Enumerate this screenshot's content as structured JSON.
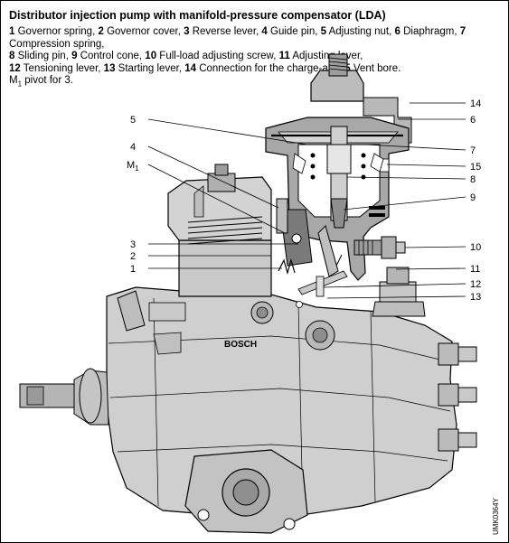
{
  "caption": {
    "title": "Distributor injection pump with manifold-pressure compensator (LDA)",
    "legend": [
      {
        "num": "1",
        "text": "Governor spring"
      },
      {
        "num": "2",
        "text": "Governor cover"
      },
      {
        "num": "3",
        "text": "Reverse lever"
      },
      {
        "num": "4",
        "text": "Guide pin"
      },
      {
        "num": "5",
        "text": "Adjusting nut"
      },
      {
        "num": "6",
        "text": "Diaphragm"
      },
      {
        "num": "7",
        "text": "Compression spring"
      },
      {
        "num": "8",
        "text": "Sliding pin"
      },
      {
        "num": "9",
        "text": "Control cone"
      },
      {
        "num": "10",
        "text": "Full-load adjusting screw"
      },
      {
        "num": "11",
        "text": "Adjusting lever"
      },
      {
        "num": "12",
        "text": "Tensioning lever"
      },
      {
        "num": "13",
        "text": "Starting lever"
      },
      {
        "num": "14",
        "text": "Connection for the charge-air"
      },
      {
        "num": "15",
        "text": "Vent bore"
      }
    ],
    "pivot_note_prefix": "M",
    "pivot_note_sub": "1",
    "pivot_note_suffix": " pivot for 3."
  },
  "callouts": {
    "n1": "1",
    "n2": "2",
    "n3": "3",
    "n4": "4",
    "n5": "5",
    "n6": "6",
    "n7": "7",
    "n8": "8",
    "n9": "9",
    "n10": "10",
    "n11": "11",
    "n12": "12",
    "n13": "13",
    "n14": "14",
    "n15": "15",
    "m1": "M",
    "m1_sub": "1"
  },
  "brand_mark": "BOSCH",
  "figure_code": "UMK0364Y",
  "colors": {
    "housing": "#c8c8c8",
    "housing_dark": "#a8a8a8",
    "section": "#9a9a9a",
    "line": "#000000",
    "white": "#ffffff"
  }
}
